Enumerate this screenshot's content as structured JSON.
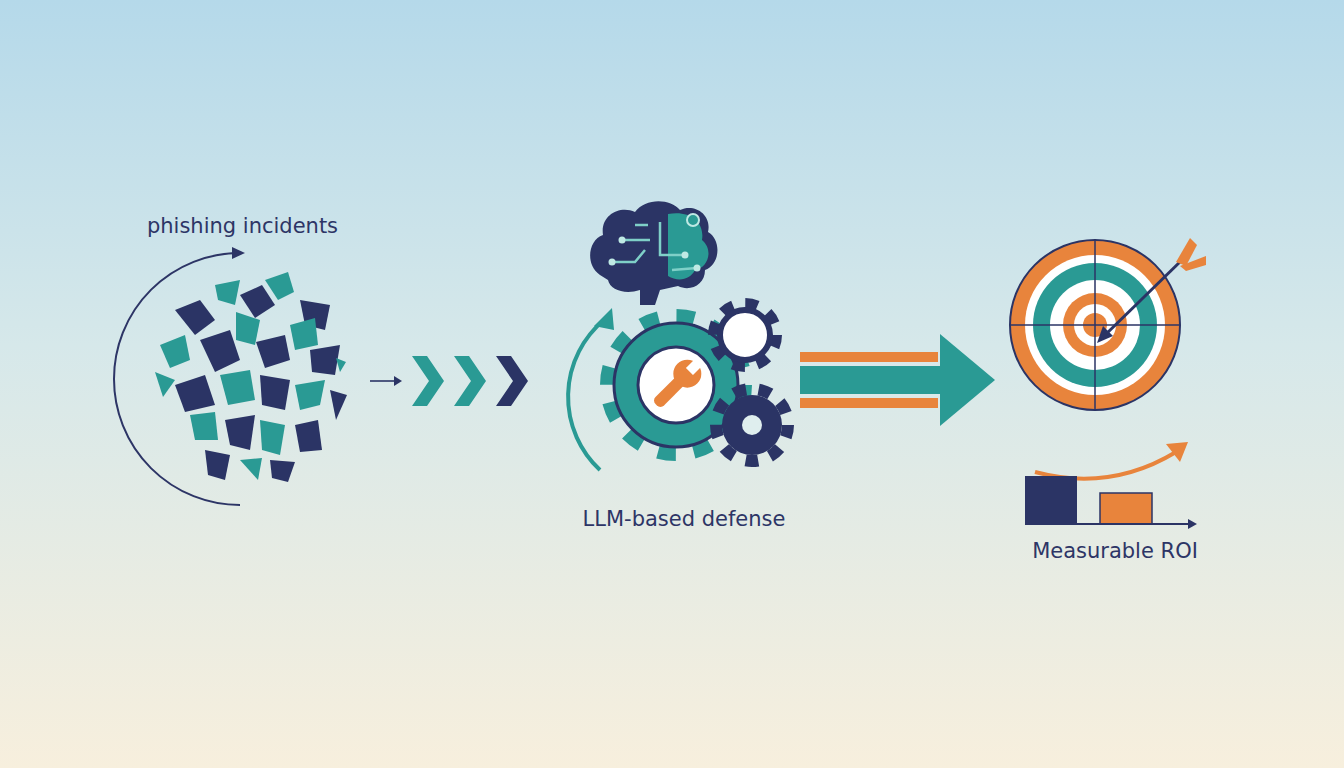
{
  "diagram": {
    "nodes": [
      {
        "text": [
          "phishing incidents"
        ]
      },
      {
        "text": [
          "LLM-based defense"
        ]
      },
      {
        "text": [
          "Measurable ROI"
        ]
      }
    ],
    "edges": [
      {
        "from": 0,
        "to": 1,
        "arrow": "to"
      },
      {
        "from": 1,
        "to": 2,
        "arrow": "to"
      }
    ]
  }
}
